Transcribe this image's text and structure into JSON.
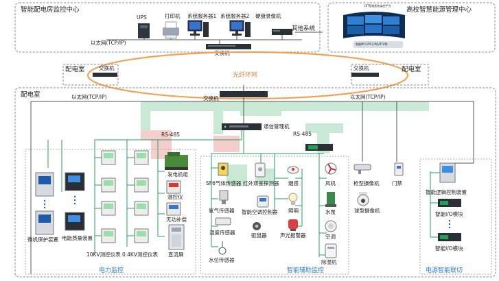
{
  "title_left": "智能配电房监控中心",
  "title_right": "高校智慧能源管理中心",
  "top_devices": [
    "UPS",
    "打印机",
    "系统服务器1",
    "系统服务器2",
    "硬盘录像机"
  ],
  "other_systems": "其他系统",
  "ethernet": "以太网(TCP/IP)",
  "switch": "交换机",
  "distribution_room": "配电室",
  "fiber_ring": "光纤环网",
  "comm_manager": "通信管理机",
  "rs485": "RS-485",
  "screen_caption_1": "CET智能配电监控平台",
  "screen_caption_2": "智能MCC/PCC/PQ/RTU等",
  "power": {
    "section": "电力监控",
    "labels": {
      "micro_protect": "微机保护装置",
      "power_quality": "电能质量装置",
      "meter_10kv": "10KV测控仪表",
      "meter_04kv": "0.4KV测控仪表",
      "generator": "发电机组",
      "temp_meter": "温控仪",
      "var_comp": "无功补偿",
      "dc_screen": "直流屏"
    }
  },
  "aux": {
    "section": "智能辅助监控",
    "labels": {
      "sf6": "SF6气体传感器",
      "o2": "氧气传感器",
      "humidity": "湿度传感器",
      "water_level": "水位传感器",
      "ir_detector": "红外双鉴探测器",
      "ac_ctrl": "智能空调控制器",
      "rat": "驱鼠器",
      "smoke": "烟感",
      "lighting": "照明",
      "sound_alarm": "声光报警器",
      "fan": "风机",
      "pump": "水泵",
      "aircon": "空调",
      "dehumid": "除湿机"
    }
  },
  "video": {
    "gun_cam": "枪型摄像机",
    "ball_cam": "球型摄像机",
    "door": "门禁"
  },
  "linkage": {
    "section": "电源智能联切",
    "logic": "智能逻辑控制装置",
    "io1": "智能I/O模块",
    "io2": "智能I/O模块"
  },
  "colors": {
    "green_band": "#9fd8b4",
    "red_band": "#f2a7a7",
    "fiber": "#f0a257",
    "accent": "#2f7bd1",
    "tree_line": "#21a05a"
  }
}
